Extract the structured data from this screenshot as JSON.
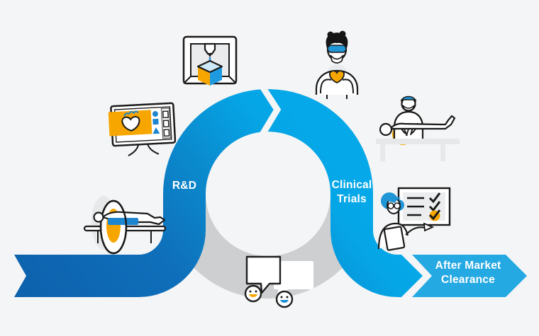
{
  "background_color": "#f4f5f6",
  "palette": {
    "ribbon_dark": "#0d5fab",
    "ribbon_mid": "#0a8ccf",
    "ribbon_bright": "#05a8e8",
    "after_market_arrow_blue": "#25a9e3",
    "feedback_loop_gray": "#cdcfd1",
    "accent_yellow": "#f7a600",
    "accent_blue": "#1e85cf",
    "outline_black": "#1a1a1a",
    "label_white": "#ffffff"
  },
  "process": {
    "stages": [
      {
        "id": "rnd",
        "label": "R&D"
      },
      {
        "id": "clinical-trials",
        "label": "Clinical Trials",
        "lines": [
          "Clinical",
          "Trials"
        ]
      },
      {
        "id": "after-market-clearance",
        "label": "After Market Clearance",
        "lines": [
          "After Market",
          "Clearance"
        ]
      }
    ],
    "illustrations": [
      {
        "id": "mri-scanner",
        "desc": "Patient lying inside an MRI scanner"
      },
      {
        "id": "cad-monitor",
        "desc": "Monitor showing heart design software"
      },
      {
        "id": "printer-3d",
        "desc": "3D printer printing a cube"
      },
      {
        "id": "person-holding-heart",
        "desc": "Masked person with AR goggles holding an artificial heart"
      },
      {
        "id": "surgeon-operating",
        "desc": "Surgeon operating on a patient on a table"
      },
      {
        "id": "reviewer-checklist",
        "desc": "Reviewer with clipboard presenting a checklist"
      },
      {
        "id": "feedback-chat",
        "desc": "Speech bubbles with smiley faces"
      }
    ]
  }
}
